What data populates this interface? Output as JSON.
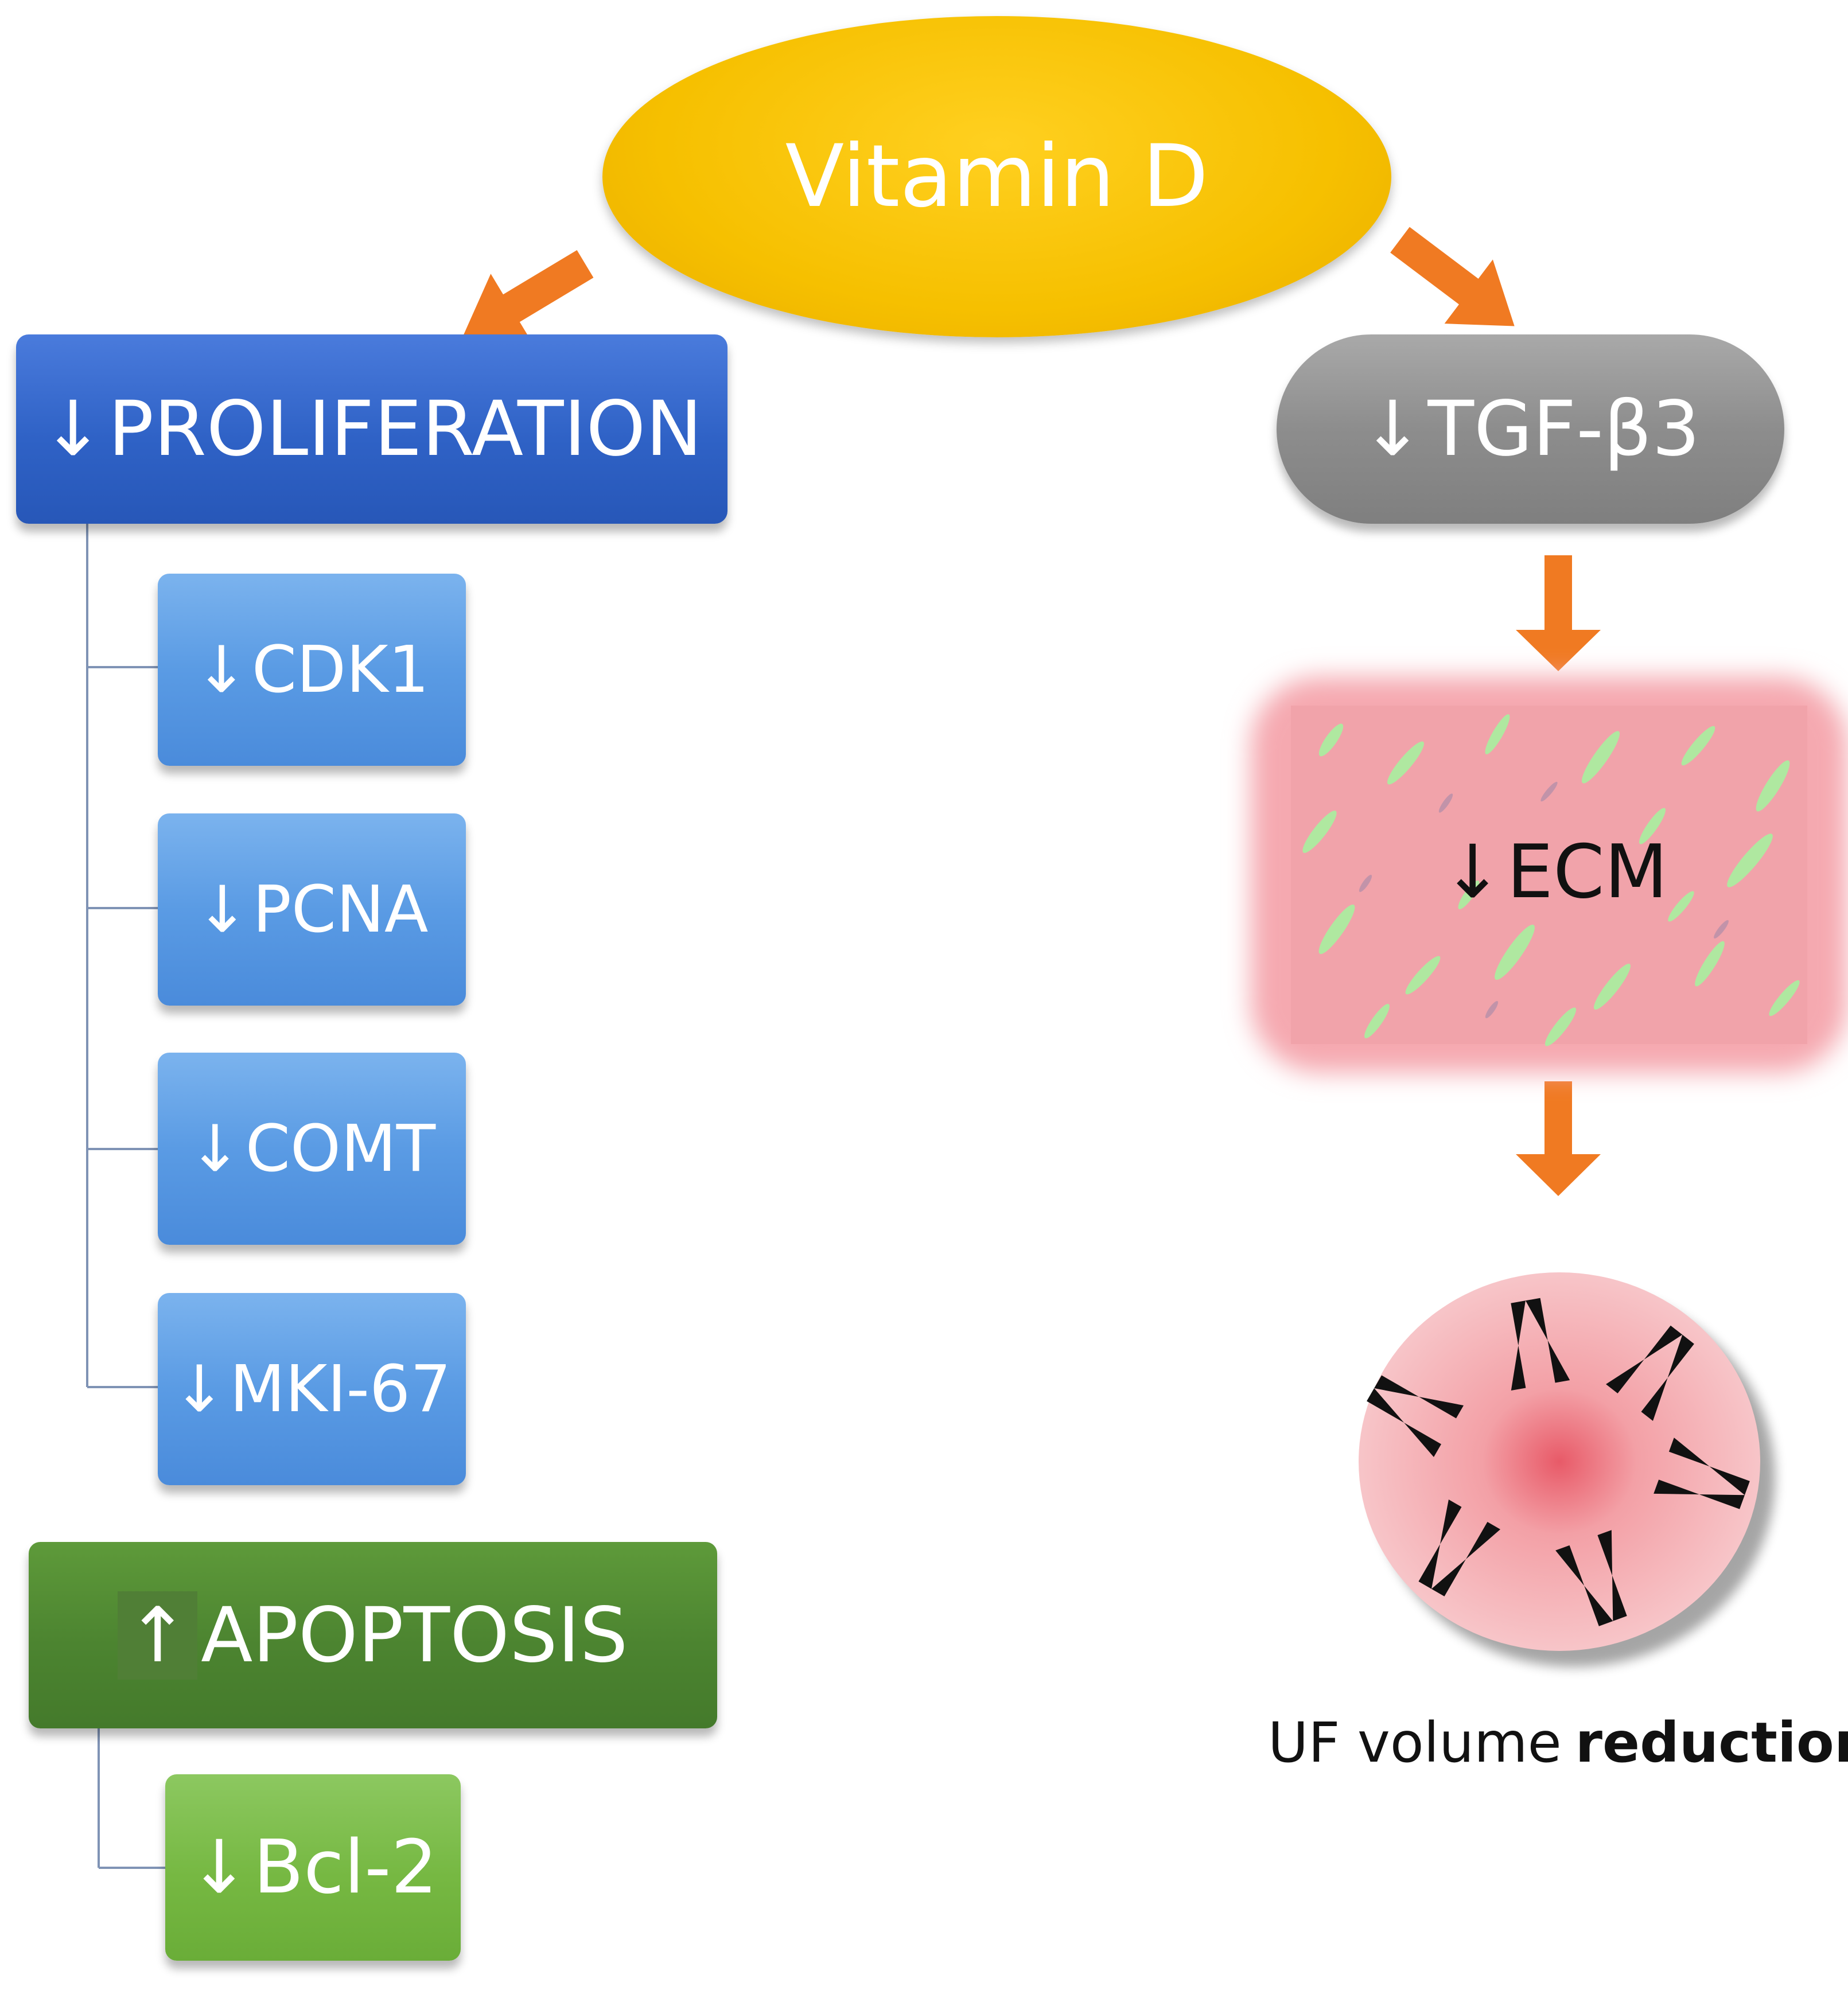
{
  "diagram": {
    "root": {
      "label": "Vitamin D"
    },
    "left_branch": {
      "heading": {
        "arrow": "↓",
        "text": "PROLIFERATION"
      },
      "markers": [
        {
          "arrow": "↓",
          "text": "CDK1"
        },
        {
          "arrow": "↓",
          "text": "PCNA"
        },
        {
          "arrow": "↓",
          "text": "COMT"
        },
        {
          "arrow": "↓",
          "text": "MKI-67"
        }
      ],
      "apoptosis": {
        "arrow": "↑",
        "text": "APOPTOSIS"
      },
      "apoptosis_markers": [
        {
          "arrow": "↓",
          "text": "Bcl-2"
        }
      ]
    },
    "right_branch": {
      "tgf": {
        "arrow": "↓",
        "text": "TGF-β3"
      },
      "ecm": {
        "arrow": "↓",
        "text": "ECM"
      },
      "outcome": {
        "text": "UF volume",
        "emphasis": "reduction"
      }
    },
    "colors": {
      "root": "#F6C000",
      "proliferation": "#2F62C6",
      "marker_blue": "#5A9BE4",
      "apoptosis": "#4C8430",
      "marker_green": "#76B842",
      "tgf": "#8D8D8D",
      "connector_arrow": "#F07A22",
      "ecm_tissue": "#F2A0A8",
      "ecm_fiber": "#A8F0A0",
      "compression_arrow": "#111111"
    }
  }
}
